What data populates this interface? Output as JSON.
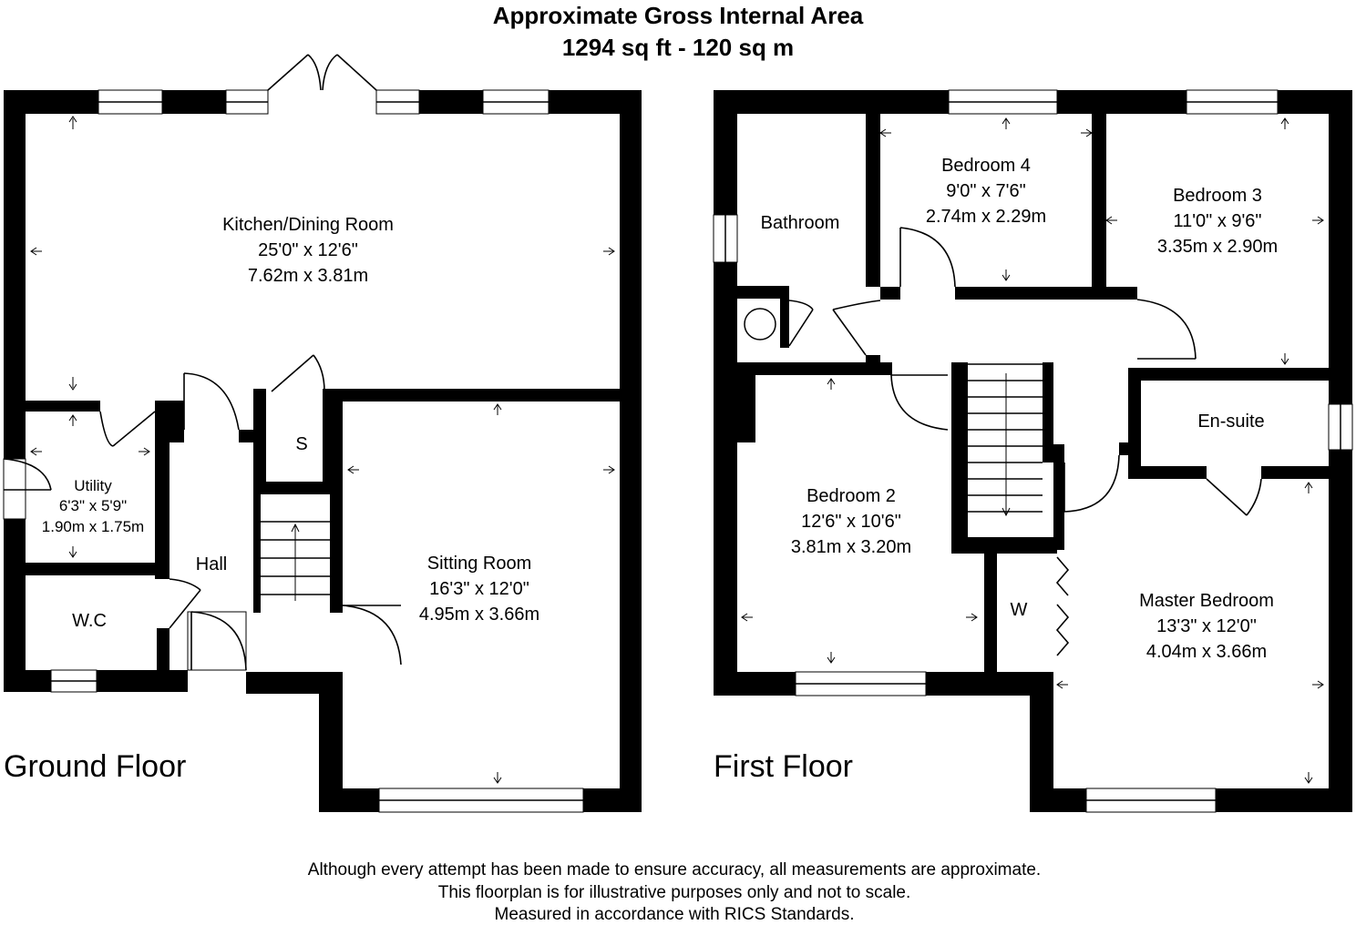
{
  "header": {
    "line1": "Approximate Gross Internal Area",
    "line2": "1294 sq ft - 120 sq m"
  },
  "floors": {
    "ground": "Ground Floor",
    "first": "First Floor"
  },
  "rooms": {
    "kitchen": {
      "name": "Kitchen/Dining Room",
      "imperial": "25'0\" x 12'6\"",
      "metric": "7.62m x 3.81m"
    },
    "utility": {
      "name": "Utility",
      "imperial": "6'3\" x 5'9\"",
      "metric": "1.90m x 1.75m"
    },
    "wc": {
      "name": "W.C"
    },
    "hall": {
      "name": "Hall"
    },
    "store": {
      "name": "S"
    },
    "sitting": {
      "name": "Sitting Room",
      "imperial": "16'3\" x 12'0\"",
      "metric": "4.95m x 3.66m"
    },
    "bathroom": {
      "name": "Bathroom"
    },
    "bedroom4": {
      "name": "Bedroom 4",
      "imperial": "9'0\" x 7'6\"",
      "metric": "2.74m x 2.29m"
    },
    "bedroom3": {
      "name": "Bedroom 3",
      "imperial": "11'0\" x 9'6\"",
      "metric": "3.35m x 2.90m"
    },
    "ensuite": {
      "name": "En-suite"
    },
    "bedroom2": {
      "name": "Bedroom 2",
      "imperial": "12'6\" x 10'6\"",
      "metric": "3.81m x 3.20m"
    },
    "wardrobe": {
      "name": "W"
    },
    "master": {
      "name": "Master Bedroom",
      "imperial": "13'3\" x 12'0\"",
      "metric": "4.04m x 3.66m"
    }
  },
  "disclaimer": {
    "line1": "Although every attempt has been made to ensure accuracy, all measurements are approximate.",
    "line2": "This floorplan is for illustrative purposes only and not to scale.",
    "line3": "Measured in accordance with RICS Standards."
  }
}
